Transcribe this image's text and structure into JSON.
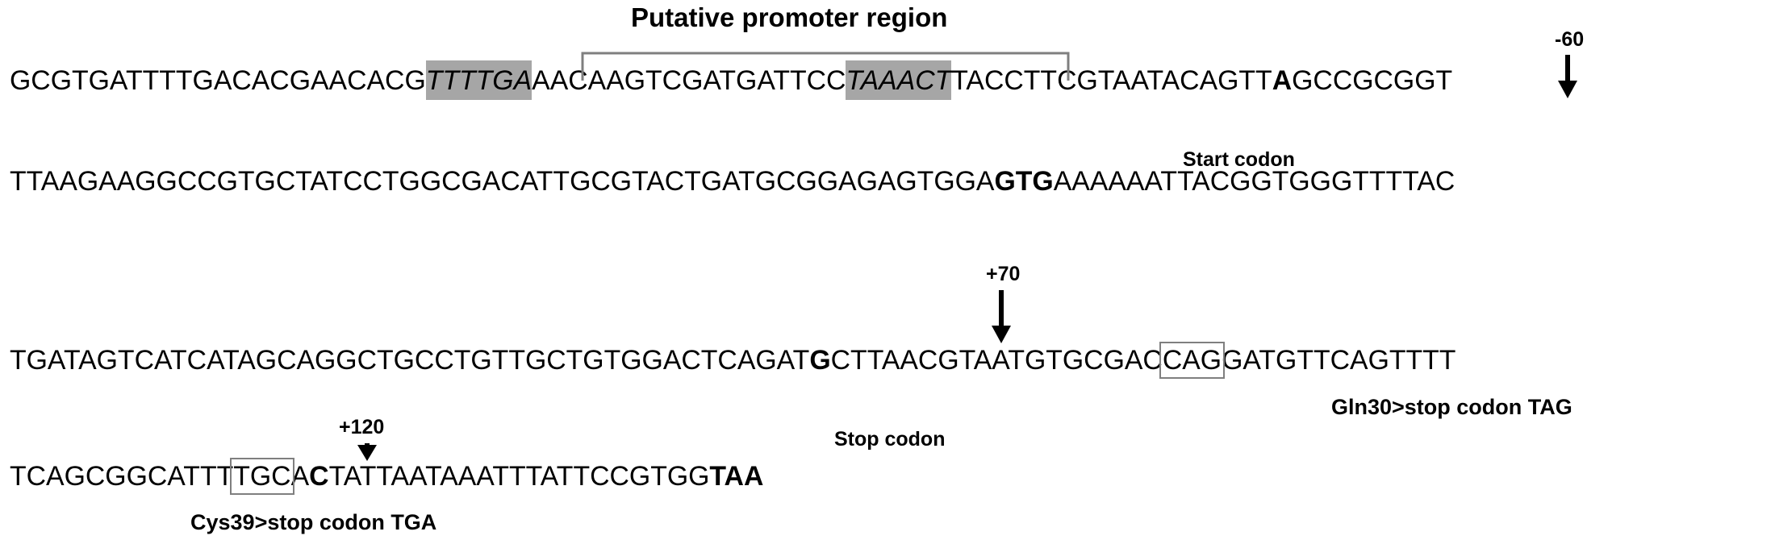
{
  "title": "Putative promoter region",
  "lines": [
    [
      {
        "t": "GCGTGATTTTGACACGAACACG"
      },
      {
        "t": "TTTTGA",
        "s": "hl"
      },
      {
        "t": "AACAAGTCGATGATTCC"
      },
      {
        "t": "TAAACT",
        "s": "hl"
      },
      {
        "t": "TACCTTCGTAATACAGTT"
      },
      {
        "t": "A",
        "s": "b"
      },
      {
        "t": "GCCGCGGT"
      }
    ],
    [
      {
        "t": "TTAAGAAGGCCGTGCTATCCTGGCGACATTGCGTACTGATGCGGAGAGTGGA"
      },
      {
        "t": "GTG",
        "s": "b"
      },
      {
        "t": "AAAAAATTACGGTGGGTTTTAC"
      }
    ],
    [
      {
        "t": "TGATAGTCATCATAGCAGGCTGCCTGTTGCTGTGGACTCAGAT"
      },
      {
        "t": "G",
        "s": "b"
      },
      {
        "t": "CTTAACGTAATGTGCGAC"
      },
      {
        "t": "CAG",
        "s": "bx"
      },
      {
        "t": "GATGTTCAGTTTT"
      }
    ],
    [
      {
        "t": "TCAGCGGCATTT"
      },
      {
        "t": "TGC",
        "s": "bx"
      },
      {
        "t": "A"
      },
      {
        "t": "C",
        "s": "b"
      },
      {
        "t": "TATTAATAAATTTATTCCGTGG"
      },
      {
        "t": "TAA",
        "s": "b"
      }
    ]
  ],
  "labels": {
    "start_codon": "Start codon",
    "stop_codon": "Stop codon",
    "gln_mutation": "Gln30>stop codon TAG",
    "cys_mutation": "Cys39>stop codon TGA"
  },
  "positions": {
    "p_minus60": "-60",
    "p_plus70": "+70",
    "p_plus120": "+120"
  },
  "colors": {
    "highlight": "#a6a6a6",
    "bracket": "#7f7f7f",
    "box": "#7f7f7f",
    "text": "#000000"
  }
}
